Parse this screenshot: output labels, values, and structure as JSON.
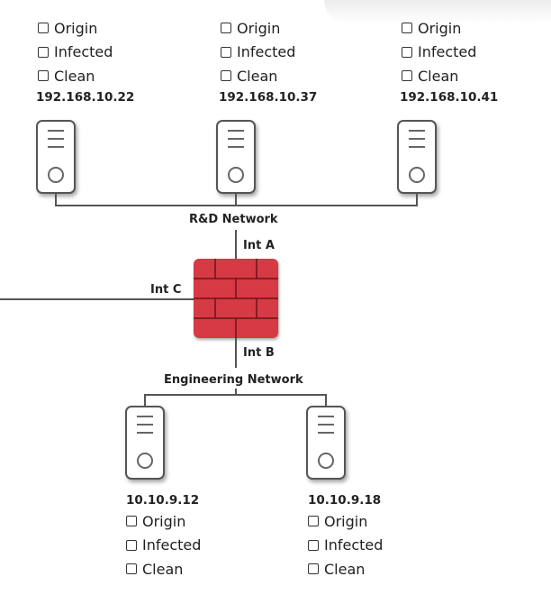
{
  "options": [
    "Origin",
    "Infected",
    "Clean"
  ],
  "networks": {
    "rd": "R&D Network",
    "engineering": "Engineering Network"
  },
  "interfaces": {
    "a": "Int A",
    "b": "Int B",
    "c": "Int C"
  },
  "hosts": [
    {
      "ip": "192.168.10.22",
      "origin": false,
      "infected": false,
      "clean": false
    },
    {
      "ip": "192.168.10.37",
      "origin": false,
      "infected": false,
      "clean": false
    },
    {
      "ip": "192.168.10.41",
      "origin": false,
      "infected": false,
      "clean": false
    },
    {
      "ip": "10.10.9.12",
      "origin": false,
      "infected": false,
      "clean": false
    },
    {
      "ip": "10.10.9.18",
      "origin": false,
      "infected": false,
      "clean": false
    }
  ],
  "colors": {
    "firewall": "#d63a44",
    "line": "#555555"
  }
}
